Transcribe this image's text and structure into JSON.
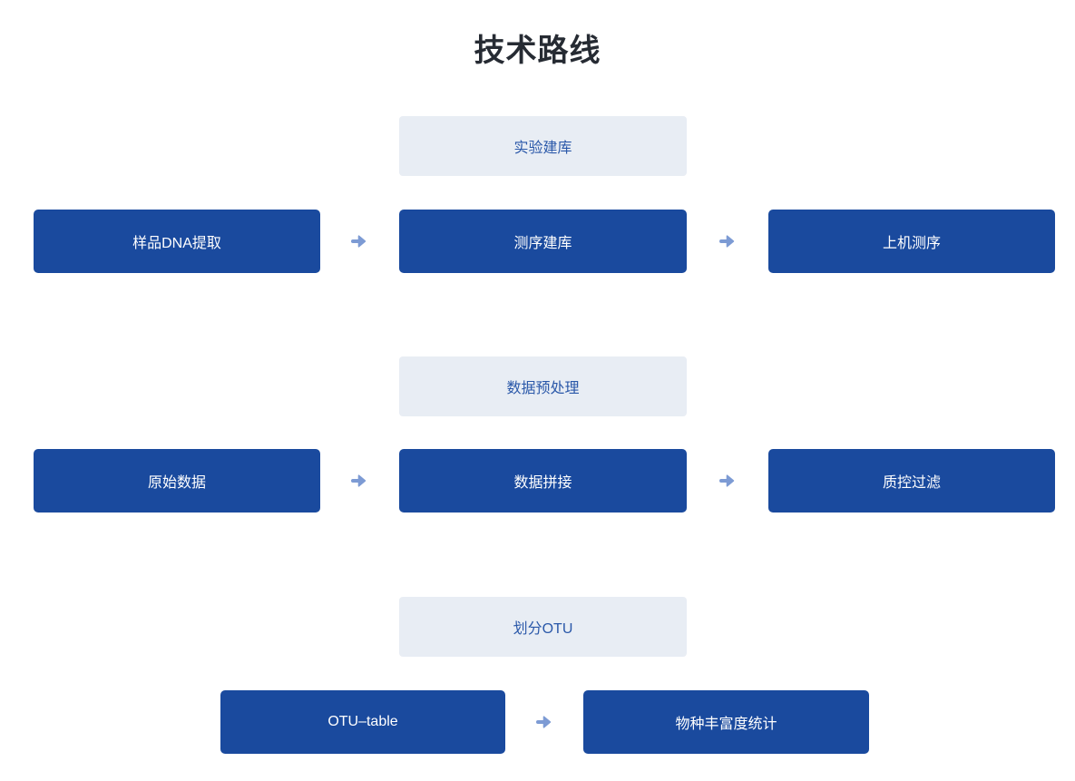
{
  "page": {
    "title": "技术路线"
  },
  "colors": {
    "box_dark": "#1a4a9e",
    "box_light": "#e8edf4",
    "header_text": "#2a58a9",
    "arrow": "#7d9bd4",
    "title_text": "#262b33"
  },
  "groups": [
    {
      "header": "实验建库",
      "steps": [
        "样品DNA提取",
        "测序建库",
        "上机测序"
      ]
    },
    {
      "header": "数据预处理",
      "steps": [
        "原始数据",
        "数据拼接",
        "质控过滤"
      ]
    },
    {
      "header": "划分OTU",
      "steps": [
        "OTU–table",
        "物种丰富度统计"
      ]
    }
  ],
  "icons": {
    "arrow": "right-arrow"
  }
}
